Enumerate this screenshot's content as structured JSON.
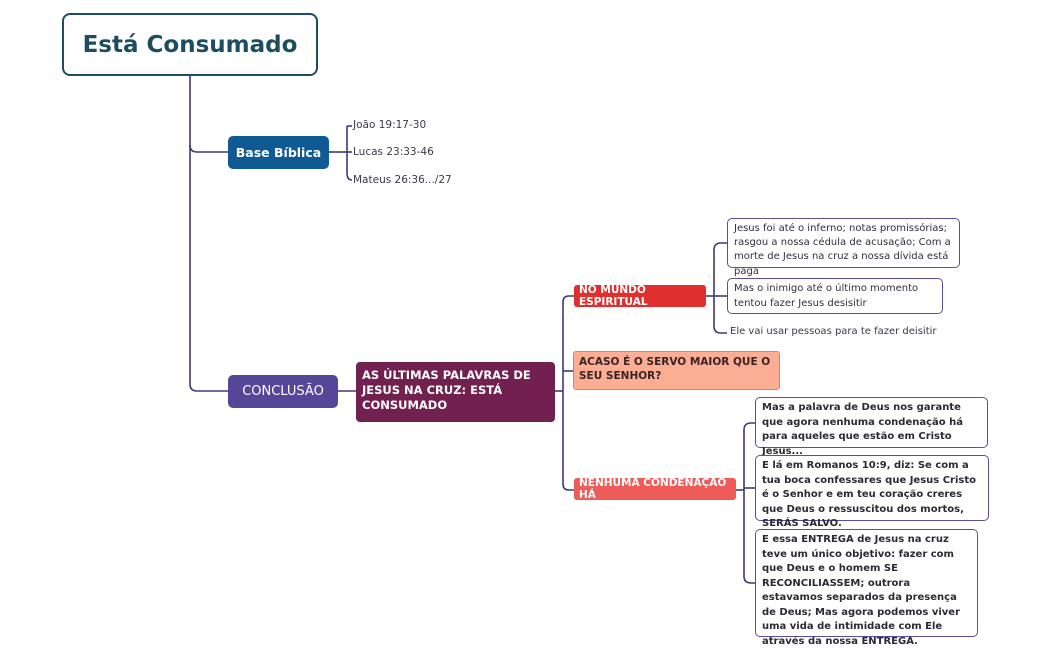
{
  "title": "Está Consumado",
  "base_biblica": {
    "label": "Base Bíblica",
    "refs": [
      "João 19:17-30",
      "Lucas 23:33-46",
      "Mateus 26:36.../27"
    ]
  },
  "conclusao": {
    "label": "CONCLUSÃO",
    "ultimas": "AS ÚLTIMAS PALAVRAS DE JESUS NA CRUZ: ESTÁ CONSUMADO",
    "mundo": {
      "label": "NO MUNDO ESPIRITUAL",
      "items": [
        "Jesus foi até o inferno; notas promissórias; rasgou a nossa cédula de acusação; Com a morte de Jesus na cruz a nossa dívida está paga",
        "Mas o inimigo até o último momento  tentou fazer Jesus desisitir",
        "Ele vai usar pessoas para te fazer deisitir"
      ]
    },
    "acaso": "ACASO É O SERVO MAIOR QUE O SEU SENHOR?",
    "nenhuma": {
      "label": "NENHUMA CONDENAÇÃO HÁ",
      "items": [
        "Mas a palavra de Deus nos garante que agora nenhuma condenação há para aqueles que estão em Cristo Jesus...",
        "E lá em Romanos 10:9, diz: Se com a tua boca confessares que Jesus Cristo é o Senhor e em teu coração creres que Deus o ressuscitou dos mortos, SERÁS SALVO.",
        "E essa ENTREGA de Jesus na cruz teve um único objetivo: fazer com que Deus e o homem SE RECONCILIASSEM; outrora estavamos separados da presença de Deus; Mas agora podemos viver uma vida de intimidade com Ele através da nossa ENTREGA."
      ]
    }
  },
  "colors": {
    "root_border": "#1d4d60",
    "base": "#0f5a92",
    "conclusao": "#56469a",
    "ultimas": "#72204f",
    "mundo": "#e02f2f",
    "acaso": "#fcae94",
    "nenhuma": "#ee5c59",
    "connector": "#3c3a7a"
  }
}
